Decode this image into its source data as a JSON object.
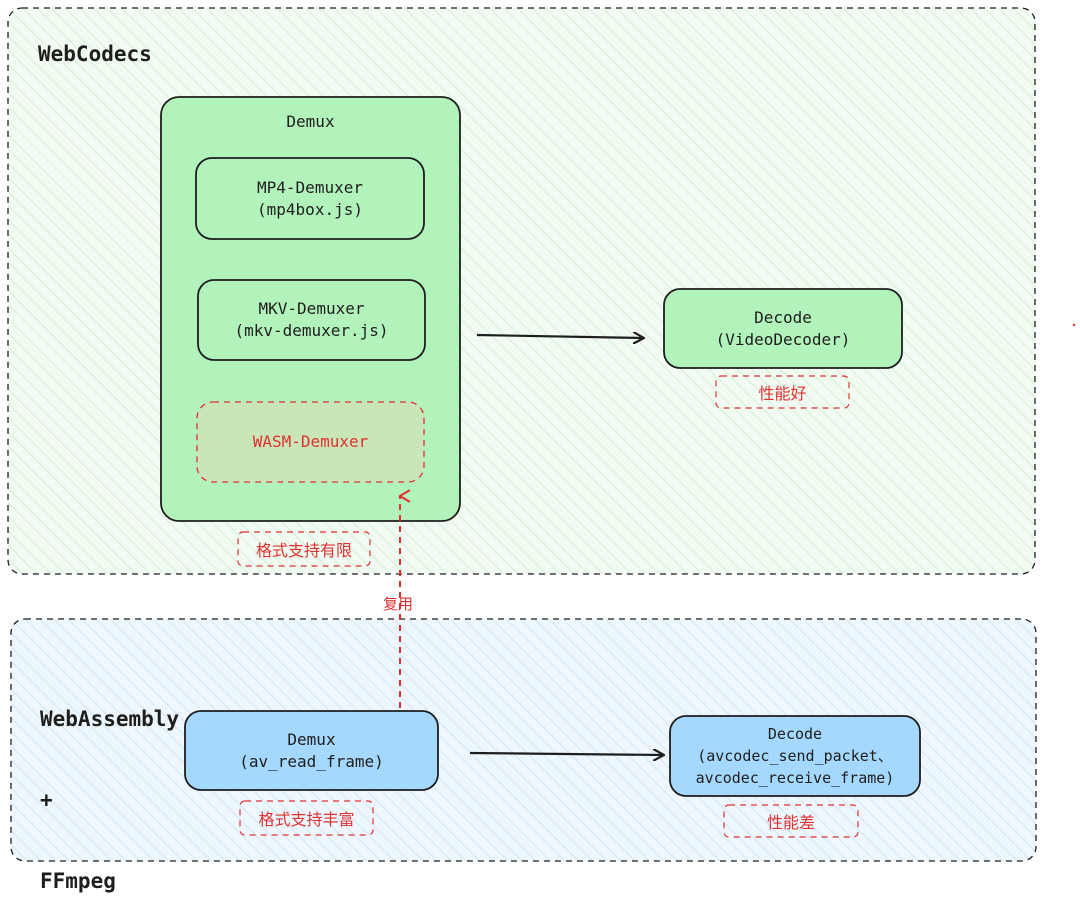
{
  "colors": {
    "stroke": "#1e1e1e",
    "green_fill": "#b2f2bb",
    "blue_fill": "#a5d8ff",
    "red": "#e03131",
    "wasm_fill": "#c9e6b8"
  },
  "webcodecs": {
    "title": "WebCodecs",
    "demux_container": {
      "title": "Demux",
      "items": [
        {
          "line1": "MP4-Demuxer",
          "line2": "(mp4box.js)"
        },
        {
          "line1": "MKV-Demuxer",
          "line2": "(mkv-demuxer.js)"
        }
      ],
      "wasm_item": "WASM-Demuxer"
    },
    "tag_demux": "格式支持有限",
    "decode": {
      "line1": "Decode",
      "line2": "(VideoDecoder)"
    },
    "tag_decode": "性能好"
  },
  "reuse_label": "复用",
  "wasm_group": {
    "title_line1": "WebAssembly",
    "title_line2": "+",
    "title_line3": "FFmpeg",
    "demux": {
      "line1": "Demux",
      "line2": "(av_read_frame)"
    },
    "tag_demux": "格式支持丰富",
    "decode": {
      "line1": "Decode",
      "line2": "(avcodec_send_packet、",
      "line3": "avcodec_receive_frame)"
    },
    "tag_decode": "性能差"
  }
}
